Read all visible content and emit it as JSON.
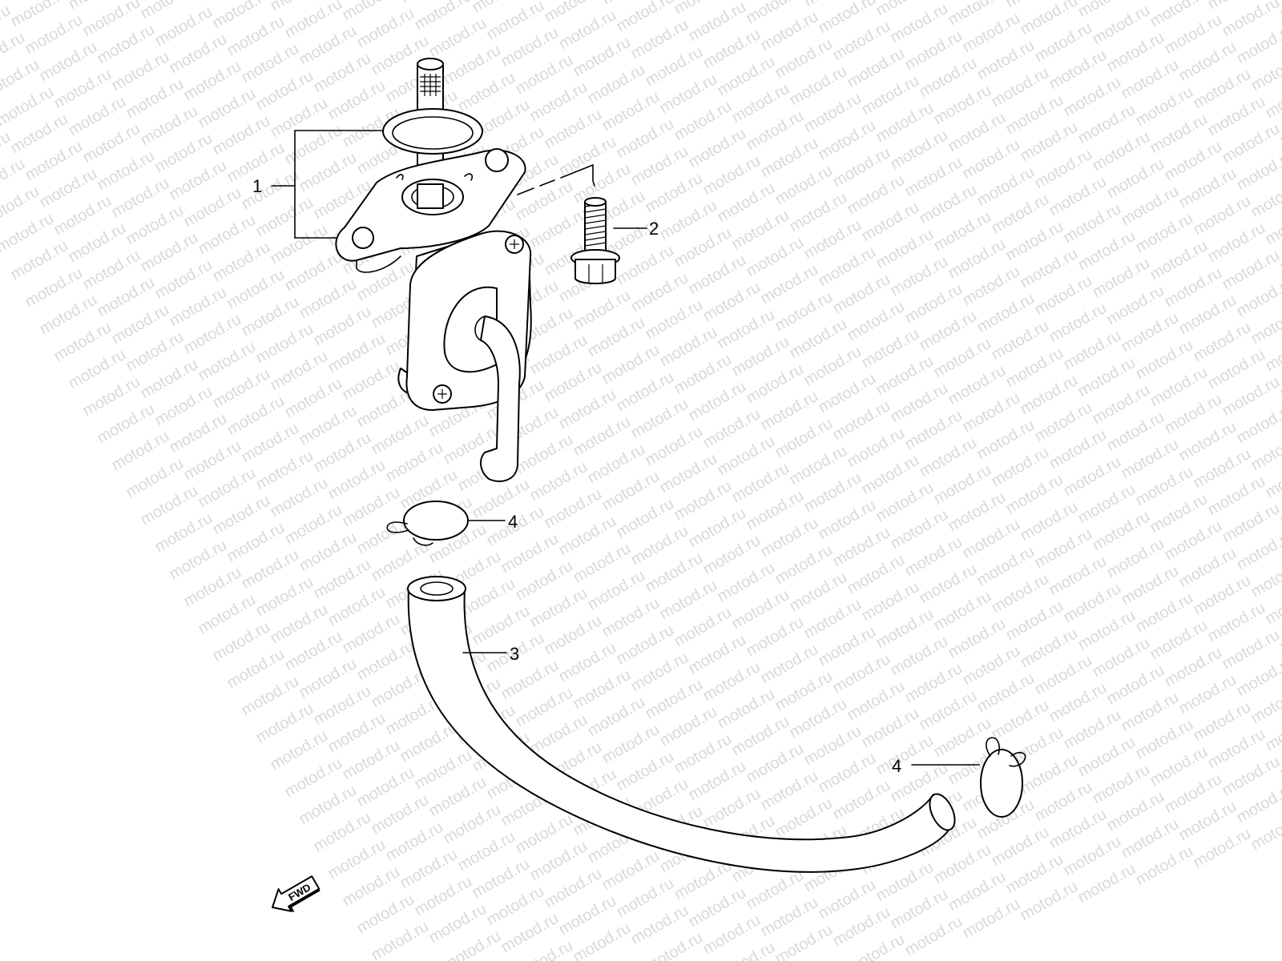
{
  "watermark": {
    "text": "motod.ru",
    "color": "#d9d9d9"
  },
  "callouts": [
    {
      "id": "1",
      "label": "1"
    },
    {
      "id": "2",
      "label": "2"
    },
    {
      "id": "3",
      "label": "3"
    },
    {
      "id": "4a",
      "label": "4"
    },
    {
      "id": "4b",
      "label": "4"
    }
  ],
  "direction_indicator": {
    "label": "FWD"
  }
}
